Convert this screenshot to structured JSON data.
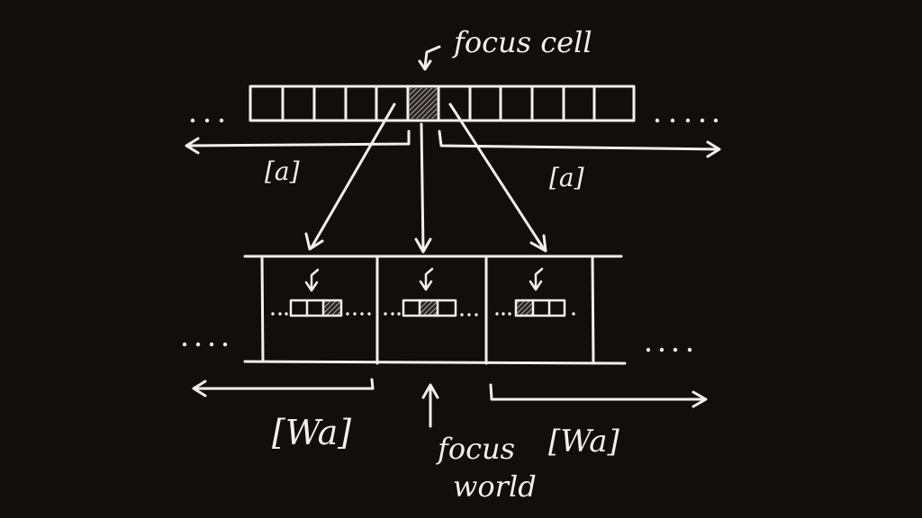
{
  "labels": {
    "focus_cell": "focus cell",
    "left_bracket_top": "[a]",
    "right_bracket_top": "[a]",
    "left_bracket_bottom": "[Wa]",
    "right_bracket_bottom": "[Wa]",
    "focus_world_line1": "focus",
    "focus_world_line2": "world"
  },
  "colors": {
    "background": "#120e0c",
    "chalk": "#f2f0ee"
  }
}
